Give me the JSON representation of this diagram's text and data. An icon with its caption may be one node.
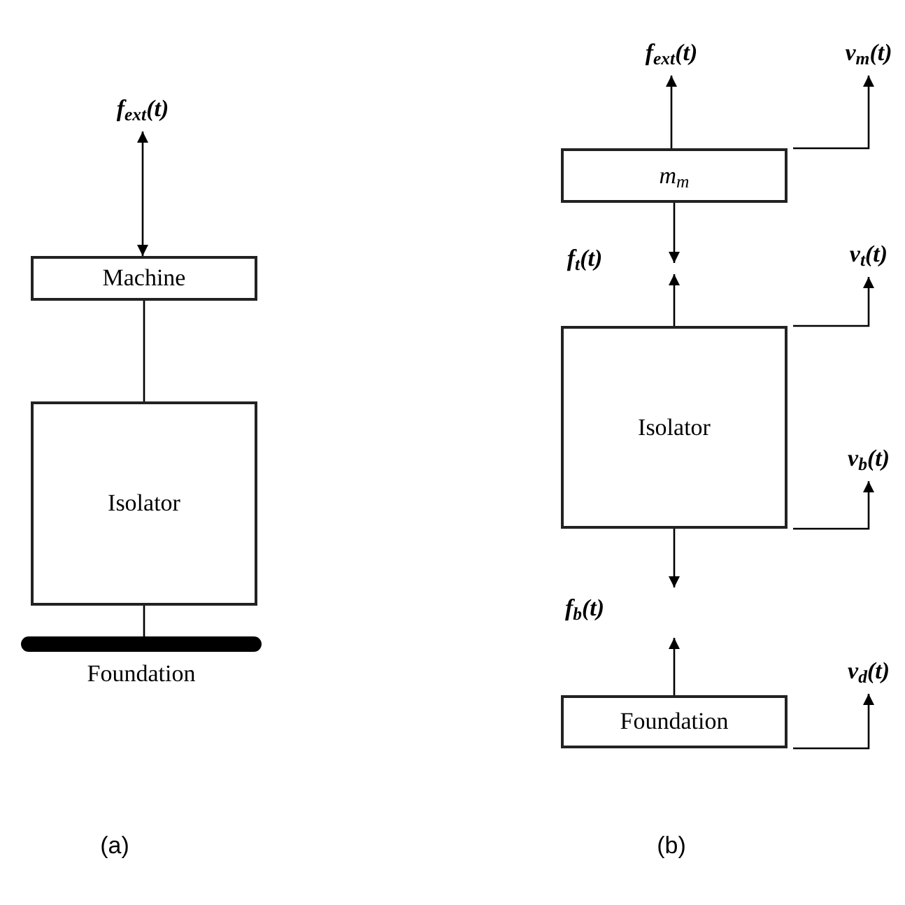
{
  "diagram": {
    "nodes": [
      {
        "text": [
          "f$_{ext}$(t)"
        ]
      },
      {
        "text": [
          "Machine"
        ]
      },
      {
        "text": [
          "Isolator"
        ]
      },
      {
        "text": [
          "Foundation"
        ]
      },
      {
        "text": [
          "f$_{ext}$(t)"
        ]
      },
      {
        "text": [
          "v$_{m}$(t)"
        ]
      },
      {
        "text": [
          "m$_{m}$"
        ]
      },
      {
        "text": [
          "v$_{t}$(t)"
        ]
      },
      {
        "text": [
          "Isolator"
        ]
      },
      {
        "text": [
          "v$_{b}$(t)"
        ]
      },
      {
        "text": [
          "v$_{d}$(t)"
        ]
      },
      {
        "text": [
          "Foundation"
        ]
      }
    ],
    "edges": [
      {
        "from": 1,
        "to": 0,
        "arrow": "both"
      },
      {
        "from": 1,
        "to": 2,
        "arrow": "none"
      },
      {
        "from": 2,
        "to": 3,
        "arrow": "none"
      },
      {
        "from": 6,
        "to": 4,
        "arrow": "to"
      },
      {
        "from": 6,
        "to": 5,
        "arrow": "to"
      },
      {
        "from": 6,
        "to": null,
        "arrow": "to"
      },
      {
        "from": 8,
        "to": null,
        "arrow": "to"
      },
      {
        "from": 8,
        "to": 7,
        "arrow": "to"
      },
      {
        "from": 8,
        "to": 9,
        "arrow": "to"
      },
      {
        "from": 8,
        "to": null,
        "arrow": "to"
      },
      {
        "from": 11,
        "to": null,
        "arrow": "to"
      },
      {
        "from": 11,
        "to": 10,
        "arrow": "to"
      }
    ],
    "labels": [
      "f$_{t}$(t)",
      "f$_{b}$(t)",
      "(a)",
      "(b)"
    ]
  }
}
